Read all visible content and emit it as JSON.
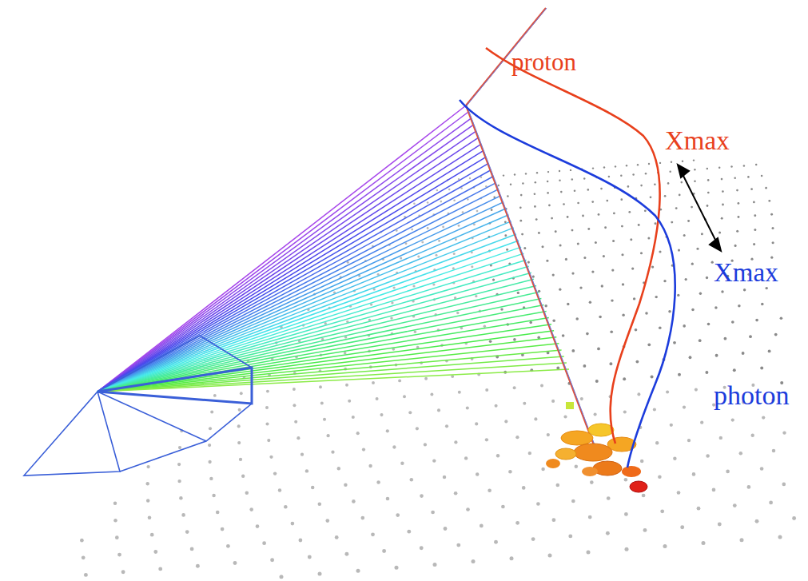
{
  "diagram": {
    "labels": [
      "proton",
      "Xmax",
      "Xmax",
      "photon"
    ]
  }
}
